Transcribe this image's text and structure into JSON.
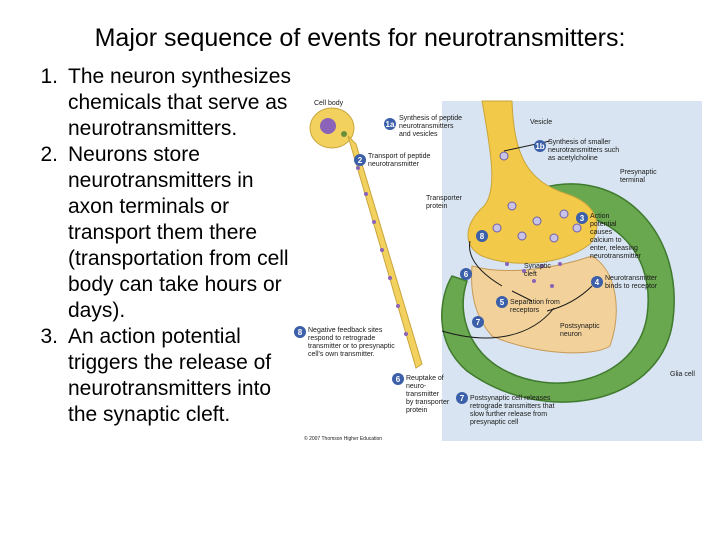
{
  "title": "Major sequence of events for neurotransmitters:",
  "items": [
    {
      "num": "1.",
      "text": "The neuron synthesizes chemicals that serve as neurotransmitters."
    },
    {
      "num": "2.",
      "text": "Neurons store neurotransmitters in axon terminals or transport them there (transportation from cell body can take hours or days)."
    },
    {
      "num": "3.",
      "text": "An action potential triggers the release of neurotransmitters into the synaptic cleft."
    }
  ],
  "figure": {
    "labels": {
      "cell_body": "Cell body",
      "l1a_num": "1a",
      "l1a": [
        "Synthesis of peptide",
        "neurotransmitters",
        "and vesicles"
      ],
      "vesicle": "Vesicle",
      "l1b_num": "1b",
      "l1b": [
        "Synthesis of smaller",
        "neurotransmitters such",
        "as acetylcholine"
      ],
      "l2_num": "2",
      "l2": [
        "Transport of peptide",
        "neurotransmitter"
      ],
      "presynaptic": [
        "Presynaptic",
        "terminal"
      ],
      "transporter": [
        "Transporter",
        "protein"
      ],
      "l3_num": "3",
      "l3": [
        "Action",
        "potential",
        "causes",
        "calcium to",
        "enter, releasing",
        "neurotransmitter"
      ],
      "synaptic_cleft": [
        "Synaptic",
        "cleft"
      ],
      "l4_num": "4",
      "l4": [
        "Neurotransmitter",
        "binds to receptor"
      ],
      "l5_num": "5",
      "l5": [
        "Separation from",
        "receptors"
      ],
      "postsynaptic": [
        "Postsynaptic",
        "neuron"
      ],
      "l8_num": "8",
      "l8": [
        "Negative feedback sites",
        "respond to retrograde",
        "transmitter or to presynaptic",
        "cell's own transmitter."
      ],
      "l6_num": "6",
      "l6": [
        "Reuptake of",
        "neuro-",
        "transmitter",
        "by transporter",
        "protein"
      ],
      "l7_num": "7",
      "l7": [
        "Postsynaptic cell releases",
        "retrograde transmitters that",
        "slow further release from",
        "presynaptic cell"
      ],
      "glia": "Glia cell",
      "copyright": "© 2007 Thomson Higher Education"
    },
    "colors": {
      "presynaptic": "#f3c94a",
      "postsynaptic": "#f2d29a",
      "glia": "#6aa84f",
      "marker": "#3b5fa8",
      "vesicle": "#c9c3e6",
      "axon": "#f3d15f",
      "backdrop": "#d8e4f1"
    }
  }
}
